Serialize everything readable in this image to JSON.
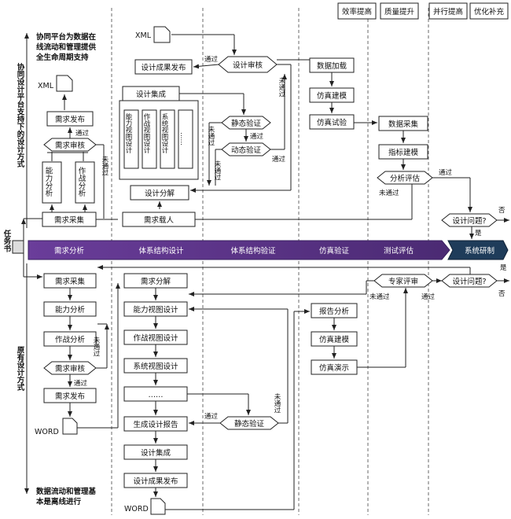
{
  "legend": [
    "效率提高",
    "质量提升",
    "并行提高",
    "优化补充"
  ],
  "left_axis": {
    "top": "协同设计平台支持下的设计方式",
    "bottom": "原有设计方式",
    "task": "任务书"
  },
  "notes": {
    "top": "协同平台为数据在线流动和管理提供全生命周期支持",
    "bottom": "数据流动和管理基本是离线进行"
  },
  "banner": [
    "需求分析",
    "体系结构设计",
    "体系结构验证",
    "仿真验证",
    "测试评估"
  ],
  "banner_end": "系统研制",
  "doc": {
    "xml": "XML",
    "word": "WORD"
  },
  "top": {
    "req_pub": "需求发布",
    "req_review": "需求审核",
    "cap_analysis": "能力分析",
    "ops_analysis": "作战分析",
    "req_collect": "需求采集",
    "result_pub": "设计成果发布",
    "design_integ": "设计集成",
    "views": [
      "能力视图设计",
      "作战视图设计",
      "系统视图设计",
      "……"
    ],
    "design_decomp": "设计分解",
    "req_load": "需求载人",
    "design_review": "设计审核",
    "static_verify": "静态验证",
    "dynamic_verify": "动态验证",
    "data_load": "数据加载",
    "sim_model": "仿真建模",
    "sim_test": "仿真试验",
    "data_collect": "数据采集",
    "index_model": "指标建模",
    "analysis_eval": "分析评估",
    "design_issue": "设计问题?"
  },
  "bottom": {
    "req_collect": "需求采集",
    "cap_analysis": "能力分析",
    "ops_analysis": "作战分析",
    "req_review": "需求审核",
    "req_pub": "需求发布",
    "req_decomp": "需求分解",
    "cap_view": "能力视图设计",
    "ops_view": "作战视图设计",
    "sys_view": "系统视图设计",
    "dots": "……",
    "gen_report": "生成设计报告",
    "design_integ": "设计集成",
    "result_pub": "设计成果发布",
    "static_verify": "静态验证",
    "report_analysis": "报告分析",
    "sim_model": "仿真建模",
    "sim_demo": "仿真演示",
    "expert_review": "专家评审",
    "design_issue": "设计问题?"
  },
  "edge": {
    "pass": "通过",
    "fail": "未通过",
    "yes": "是",
    "no": "否"
  }
}
